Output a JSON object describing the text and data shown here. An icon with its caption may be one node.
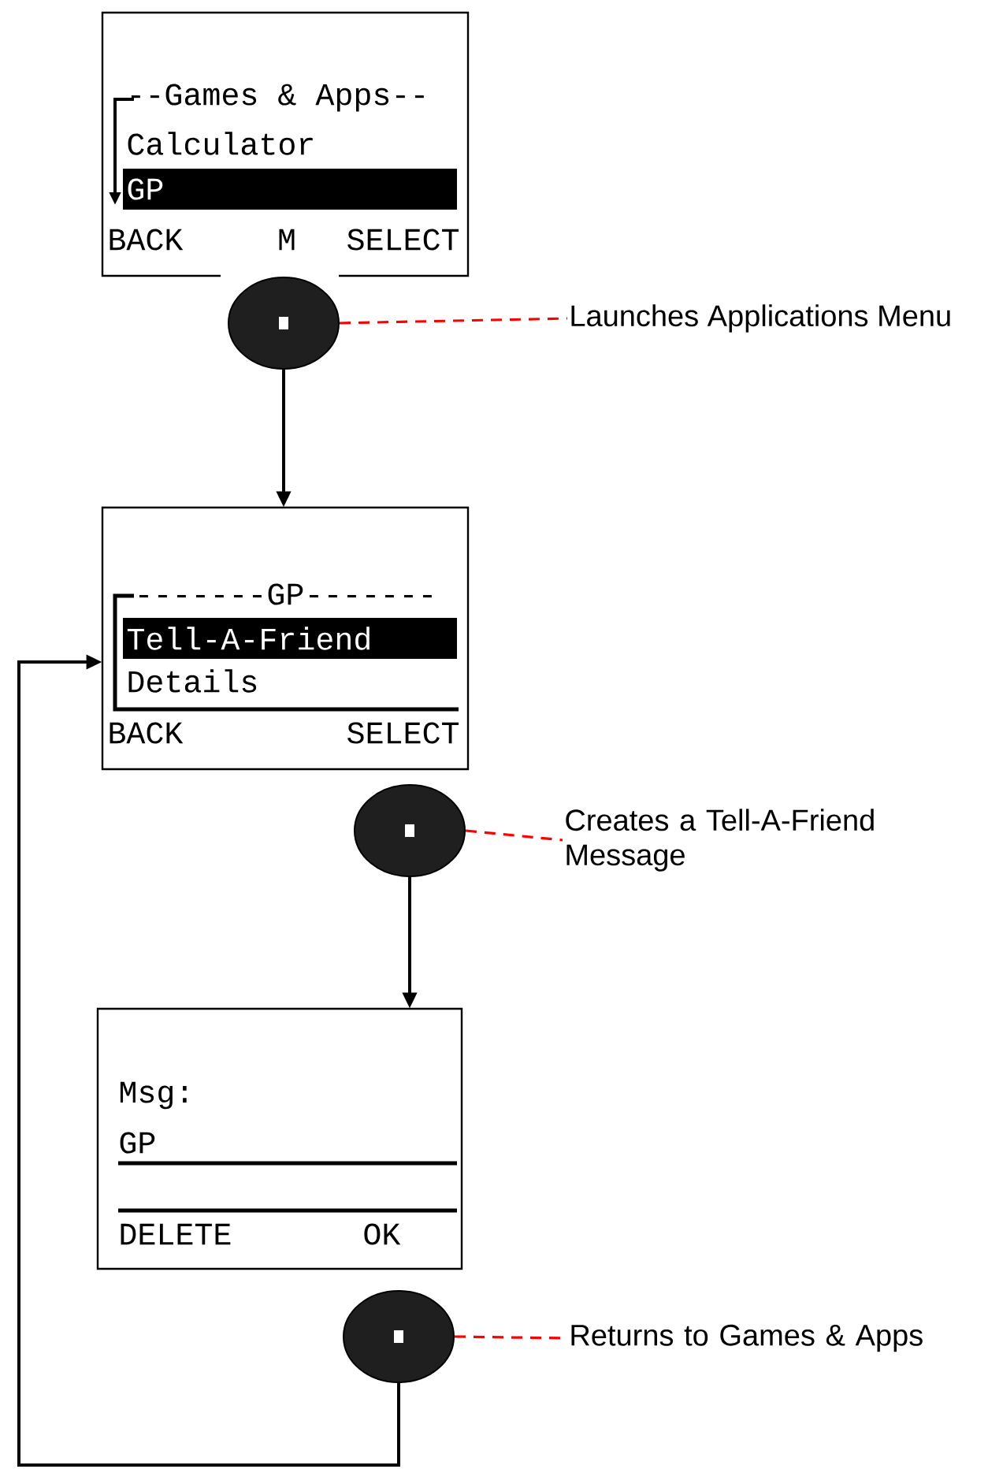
{
  "diagram": {
    "nodes": [
      {
        "text": [
          "--Games & Apps--",
          "Calculator",
          "GP",
          "BACK",
          "M",
          "SELECT"
        ]
      },
      {
        "text": [],
        "shape": "circle"
      },
      {
        "text": [
          "Launches Applications Menu"
        ]
      },
      {
        "text": [
          "-------GP-------",
          "Tell-A-Friend",
          "Details",
          "BACK",
          "SELECT"
        ]
      },
      {
        "text": [],
        "shape": "circle"
      },
      {
        "text": [
          "Creates a Tell-A-Friend Message"
        ]
      },
      {
        "text": [
          "Msg:",
          "GP",
          "DELETE",
          "OK"
        ]
      },
      {
        "text": [],
        "shape": "circle"
      },
      {
        "text": [
          "Returns to Games & Apps"
        ]
      }
    ],
    "edges": [
      {
        "from": 1,
        "to": 3,
        "arrow": "to"
      },
      {
        "from": 1,
        "to": 2,
        "arrow": "none",
        "style": "dashed",
        "color": "#ff0000"
      },
      {
        "from": 4,
        "to": 6,
        "arrow": "to"
      },
      {
        "from": 4,
        "to": 5,
        "arrow": "none",
        "style": "dashed",
        "color": "#ff0000"
      },
      {
        "from": 7,
        "to": 3,
        "arrow": "to"
      },
      {
        "from": 7,
        "to": 8,
        "arrow": "none",
        "style": "dashed",
        "color": "#ff0000"
      }
    ]
  }
}
